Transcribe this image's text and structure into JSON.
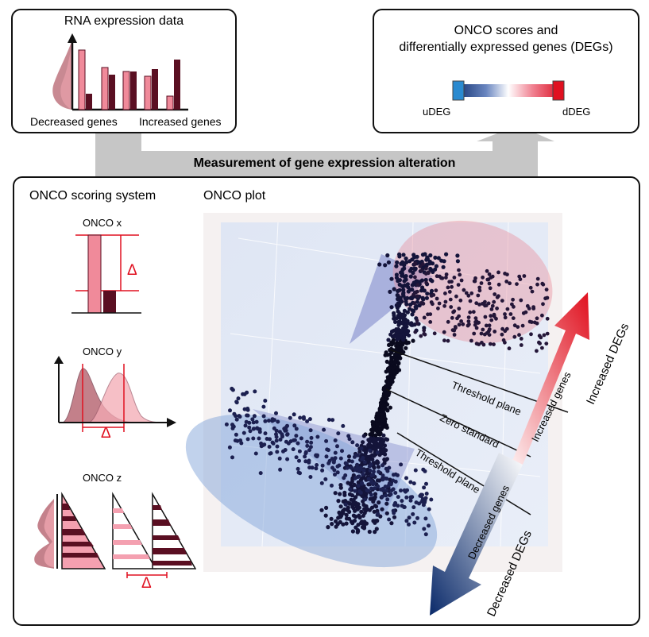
{
  "rna_panel": {
    "title": "RNA expression data",
    "decreased_label": "Decreased genes",
    "increased_label": "Increased genes"
  },
  "onco_scores_panel": {
    "title_line1": "ONCO scores and",
    "title_line2": "differentially expressed genes (DEGs)",
    "udeg_label": "uDEG",
    "ddeg_label": "dDEG"
  },
  "connector": {
    "label": "Measurement of gene expression alteration"
  },
  "main_panel": {
    "scoring_title": "ONCO scoring system",
    "plot_title": "ONCO plot",
    "onco_x": "ONCO x",
    "onco_y": "ONCO y",
    "onco_z": "ONCO z",
    "delta": "Δ",
    "threshold_plane_upper": "Threshold plane",
    "zero_standard": "Zero standard",
    "threshold_plane_lower": "Threshold plane",
    "increased_genes": "Increased genes",
    "decreased_genes": "Decreased genes",
    "increased_degs": "Increased DEGs",
    "decreased_degs": "Decreased DEGs"
  },
  "colors": {
    "pink": "#f08a9a",
    "dark_maroon": "#5a0f22",
    "red_accent": "#e0101e",
    "blue_accent": "#1f3f8a",
    "navy_points": "#14143a"
  }
}
